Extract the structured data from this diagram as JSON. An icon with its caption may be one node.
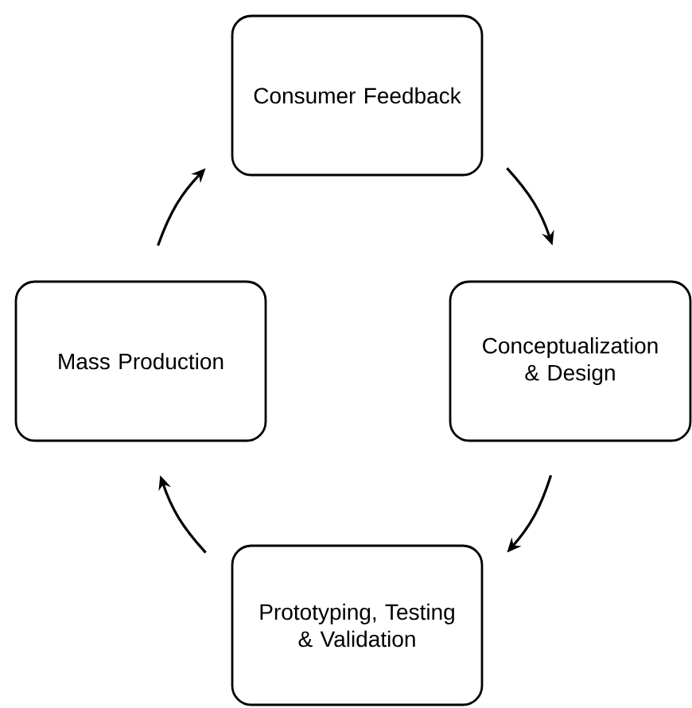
{
  "diagram": {
    "nodes": [
      {
        "text": [
          "Consumer Feedback"
        ]
      },
      {
        "text": [
          "Conceptualization & Design"
        ]
      },
      {
        "text": [
          "Prototyping, Testing & Validation"
        ]
      },
      {
        "text": [
          "Mass Production"
        ]
      }
    ],
    "edges": [
      {
        "from": 0,
        "to": 1,
        "arrow": "to"
      },
      {
        "from": 1,
        "to": 2,
        "arrow": "to"
      },
      {
        "from": 2,
        "to": 3,
        "arrow": "to"
      },
      {
        "from": 3,
        "to": 0,
        "arrow": "to"
      }
    ]
  }
}
